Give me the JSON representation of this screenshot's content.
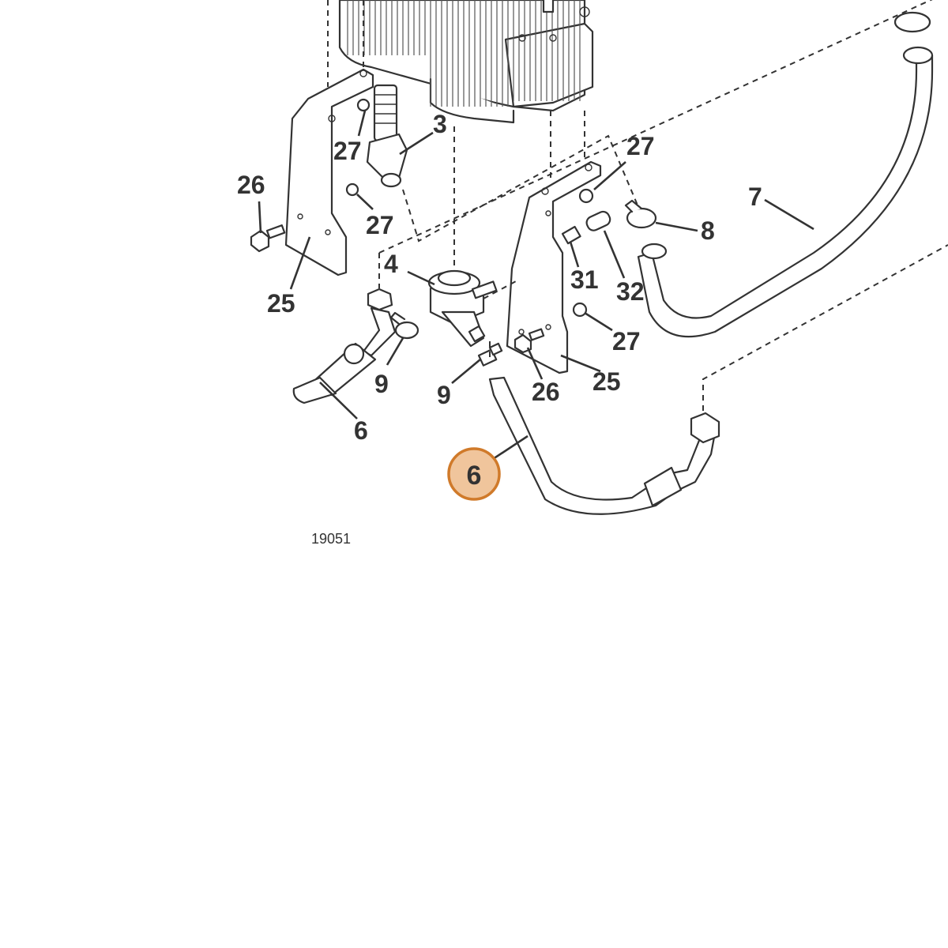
{
  "figure_id": "19051",
  "callouts": {
    "c3": "3",
    "c4": "4",
    "c6a": "6",
    "c7": "7",
    "c8": "8",
    "c9a": "9",
    "c9b": "9",
    "c25a": "25",
    "c25b": "25",
    "c26a": "26",
    "c26b": "26",
    "c27a": "27",
    "c27b": "27",
    "c27c": "27",
    "c27d": "27",
    "c31": "31",
    "c32": "32"
  },
  "highlight": {
    "label": "6",
    "color": "#f0c59c",
    "ring_color": "#d07a2a"
  }
}
